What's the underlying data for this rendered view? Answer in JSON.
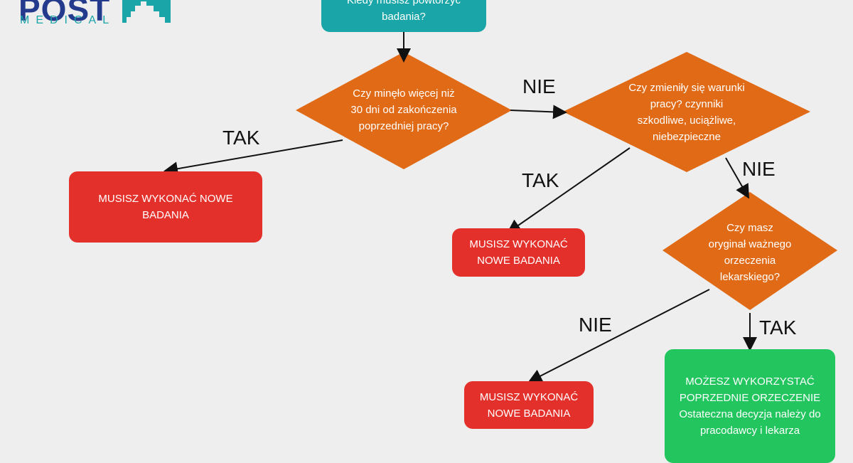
{
  "logo": {
    "word": "POST",
    "sub": "MEDICAL"
  },
  "nodes": {
    "start": "Kiedy musisz powtórzyć\nbadania?",
    "q1": "Czy minęło więcej niż\n30 dni od zakończenia\npoprzedniej pracy?",
    "q2": "Czy zmieniły się warunki\npracy? czynniki\nszkodliwe, uciążliwe,\nniebezpieczne",
    "q3": "Czy masz\noryginał ważnego\norzeczenia\nlekarskiego?",
    "r1": "MUSISZ WYKONAĆ NOWE\nBADANIA",
    "r2": "MUSISZ WYKONAĆ\nNOWE BADANIA",
    "r3": "MUSISZ WYKONAĆ\nNOWE BADANIA",
    "g1": "MOŻESZ WYKORZYSTAĆ\nPOPRZEDNIE ORZECZENIE\nOstateczna decyzja należy do\npracodawcy i lekarza"
  },
  "edges": {
    "q1_tak": "TAK",
    "q1_nie": "NIE",
    "q2_tak": "TAK",
    "q2_nie": "NIE",
    "q3_nie": "NIE",
    "q3_tak": "TAK"
  },
  "colors": {
    "decision": "#e06a16",
    "negative": "#e4302a",
    "positive": "#22c55e",
    "start": "#1aa5a8",
    "brand": "#243a8c"
  }
}
